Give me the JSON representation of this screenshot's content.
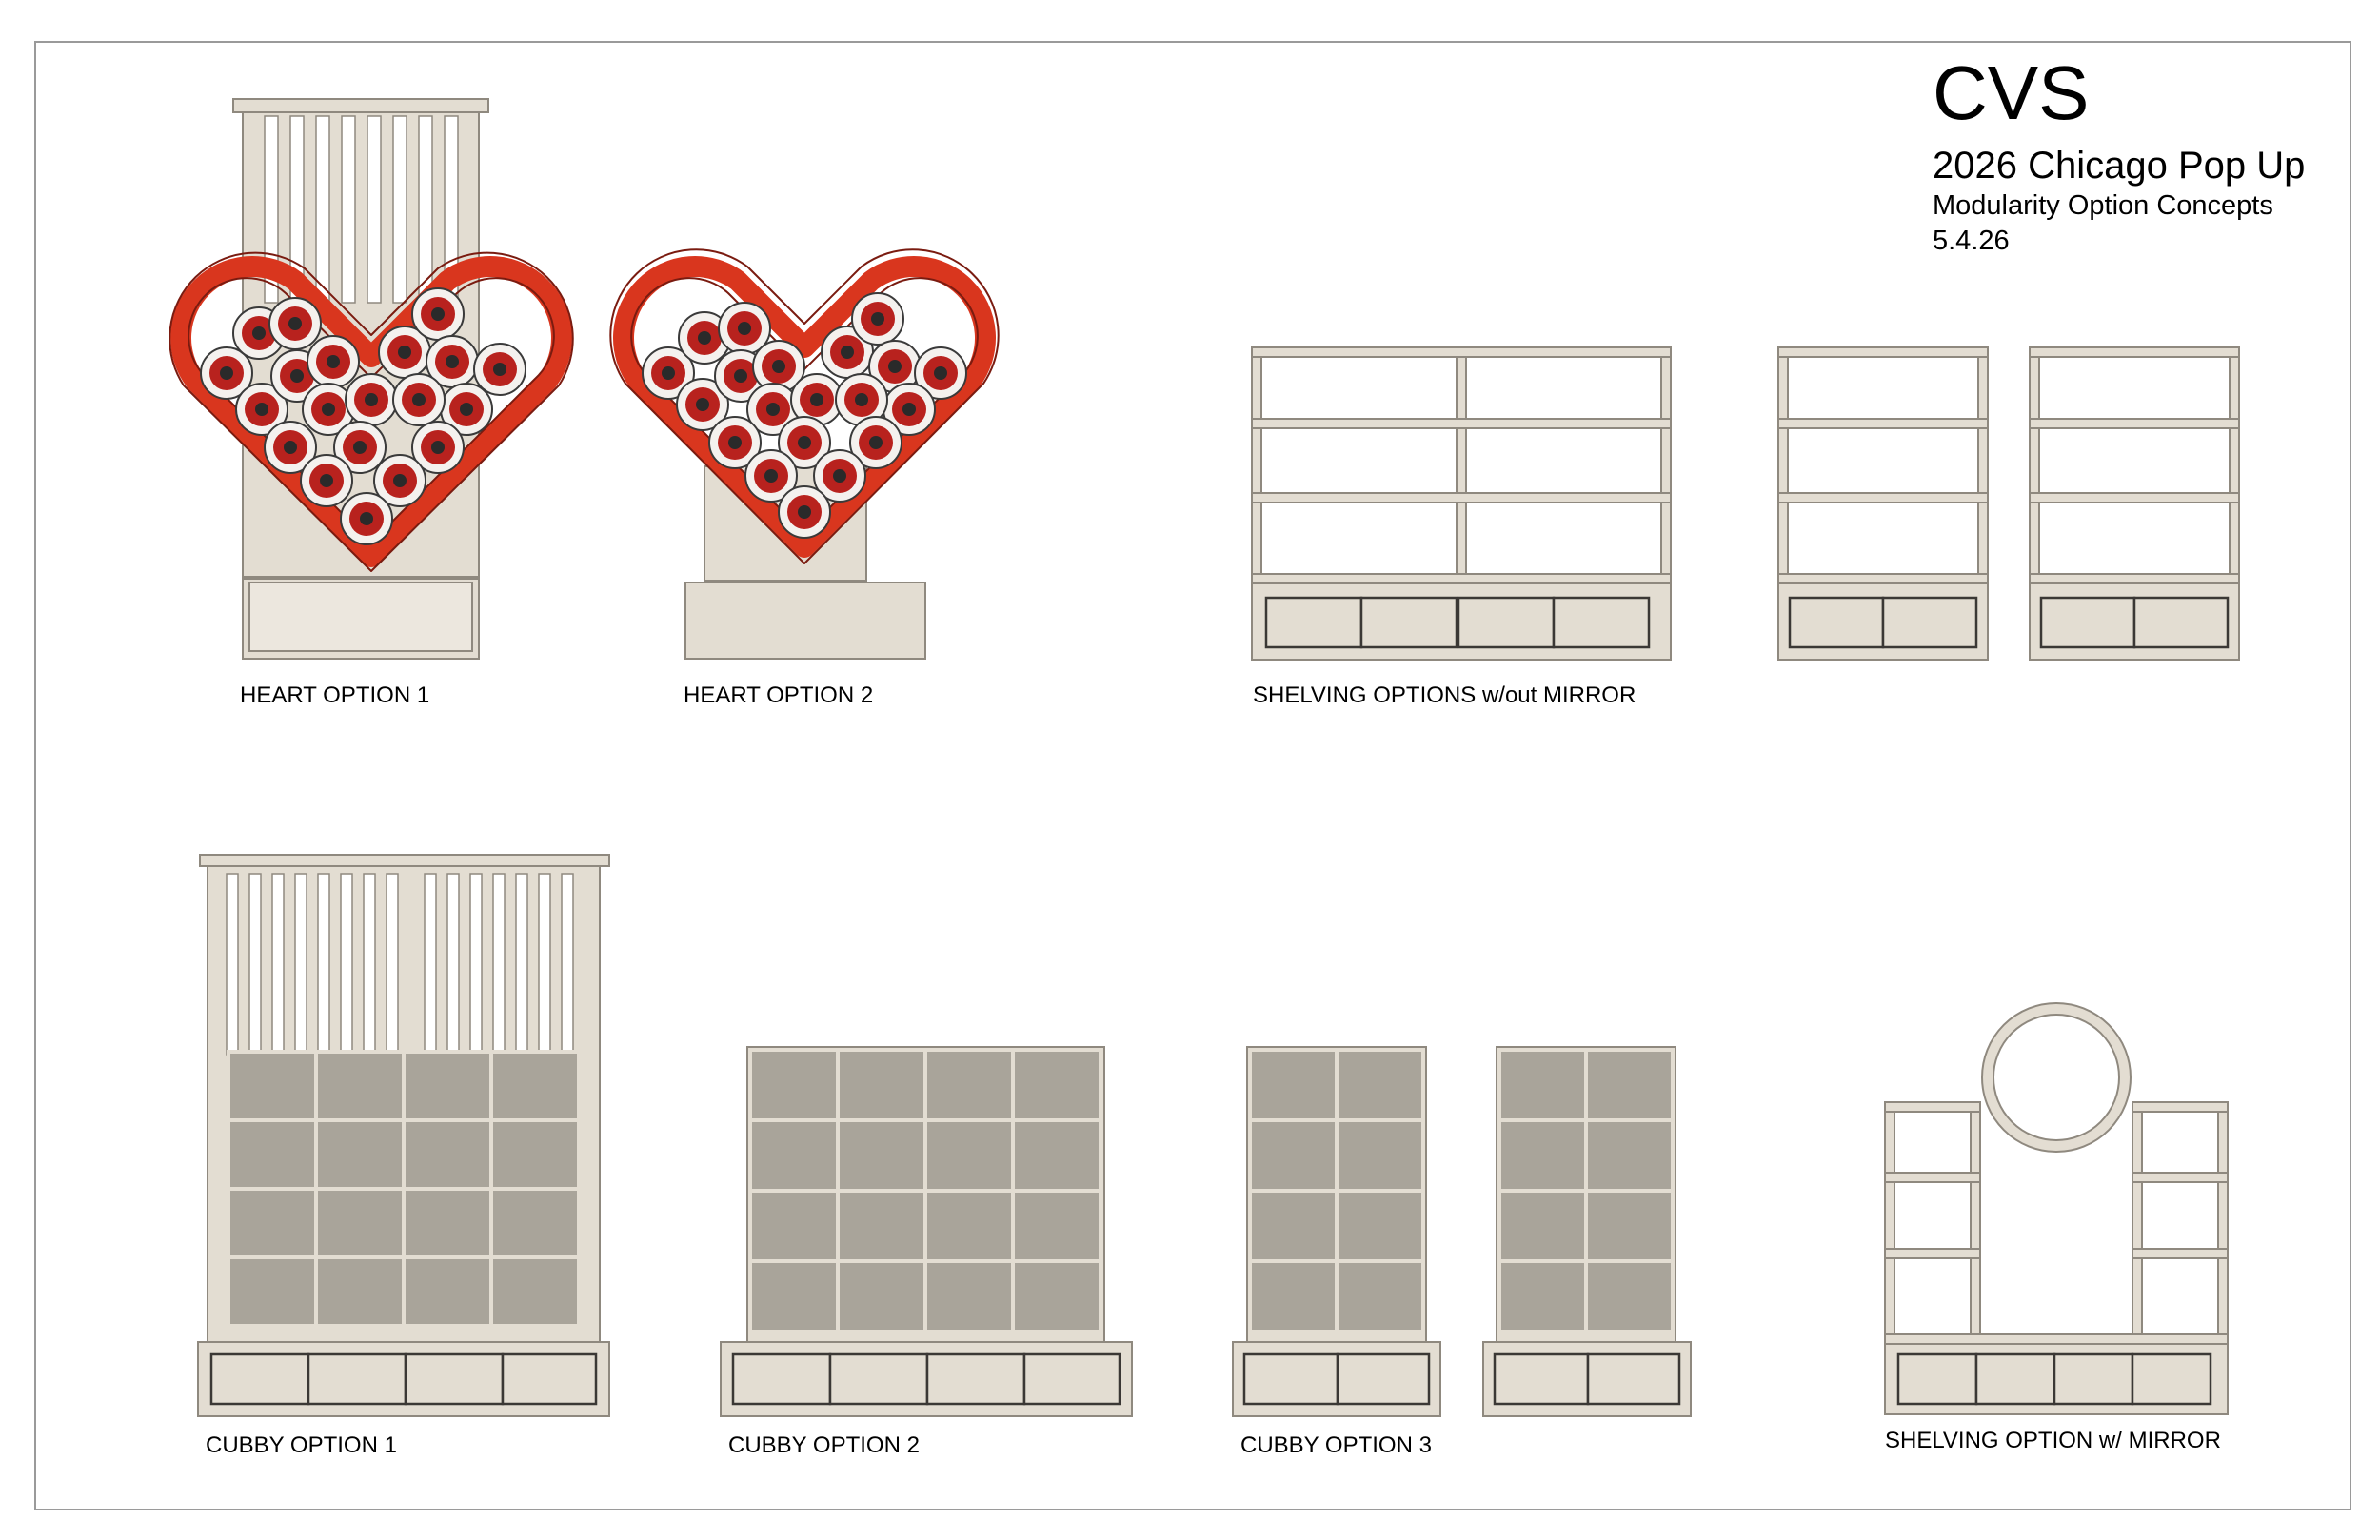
{
  "title": {
    "brand": "CVS",
    "event": "2026 Chicago Pop Up",
    "subtitle": "Modularity Option Concepts",
    "date": "5.4.26"
  },
  "labels": {
    "heart_option_1": "HEART OPTION 1",
    "heart_option_2": "HEART OPTION 2",
    "shelving_without_mirror": "SHELVING OPTIONS w/out MIRROR",
    "cubby_option_1": "CUBBY OPTION 1",
    "cubby_option_2": "CUBBY OPTION 2",
    "cubby_option_3": "CUBBY OPTION 3",
    "shelving_with_mirror": "SHELVING OPTION w/ MIRROR"
  },
  "colors": {
    "wood": "#e3ddd2",
    "wood_edge": "#8f897f",
    "cubby_fill": "#a9a49a",
    "drawer_line": "#3b3835",
    "heart_red": "#d9361e",
    "ball_red": "#b8221e",
    "frame_border": "#9a9a9a"
  }
}
